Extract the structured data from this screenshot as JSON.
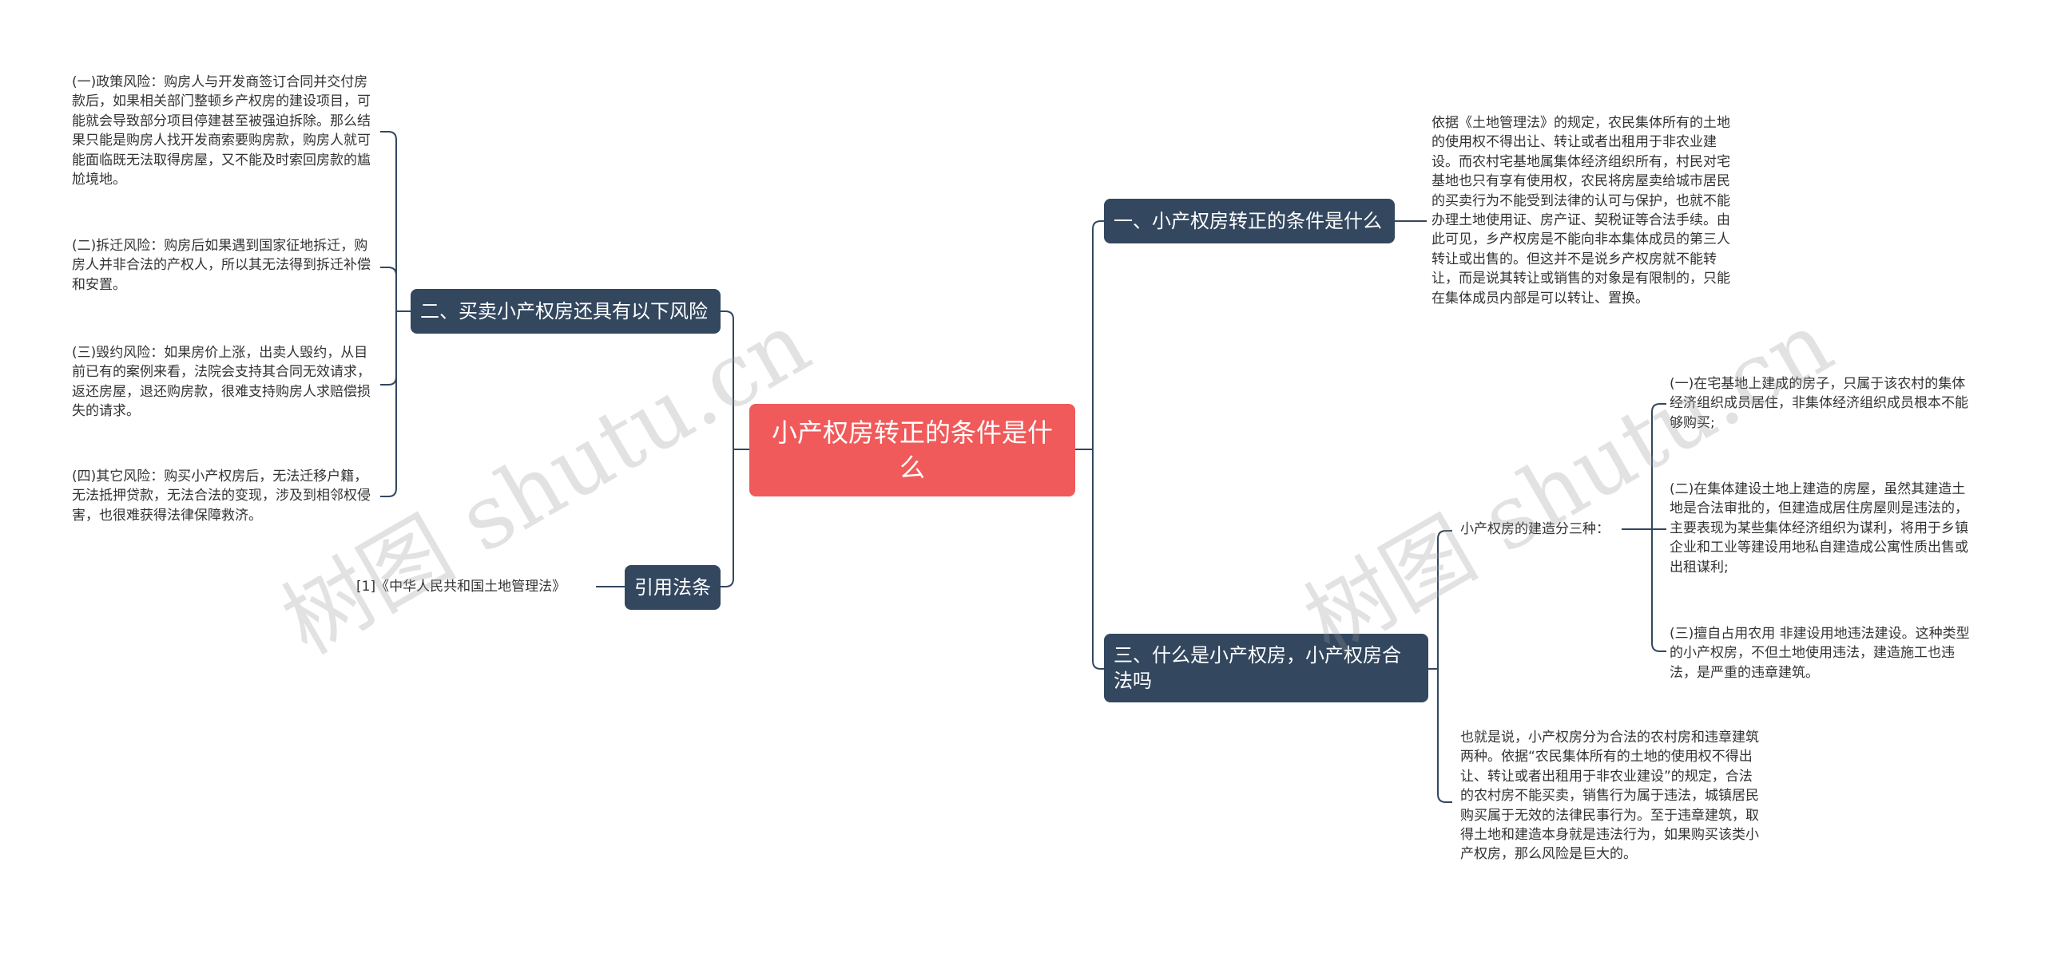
{
  "root": {
    "label": "小产权房转正的条件是什么"
  },
  "branches": {
    "b1": {
      "label": "一、小产权房转正的条件是什么",
      "text": "依据《土地管理法》的规定，农民集体所有的土地的使用权不得出让、转让或者出租用于非农业建设。而农村宅基地属集体经济组织所有，村民对宅基地也只有享有使用权，农民将房屋卖给城市居民的买卖行为不能受到法律的认可与保护，也就不能办理土地使用证、房产证、契税证等合法手续。由此可见，乡产权房是不能向非本集体成员的第三人转让或出售的。但这并不是说乡产权房就不能转让，而是说其转让或销售的对象是有限制的，只能在集体成员内部是可以转让、置换。"
    },
    "b2": {
      "label": "二、买卖小产权房还具有以下风险",
      "items": [
        "(一)政策风险：购房人与开发商签订合同并交付房款后，如果相关部门整顿乡产权房的建设项目，可能就会导致部分项目停建甚至被强迫拆除。那么结果只能是购房人找开发商索要购房款，购房人就可能面临既无法取得房屋，又不能及时索回房款的尴尬境地。",
        "(二)拆迁风险：购房后如果遇到国家征地拆迁，购房人并非合法的产权人，所以其无法得到拆迁补偿和安置。",
        "(三)毁约风险：如果房价上涨，出卖人毁约，从目前已有的案例来看，法院会支持其合同无效请求，返还房屋，退还购房款，很难支持购房人求赔偿损失的请求。",
        "(四)其它风险：购买小产权房后，无法迁移户籍，无法抵押贷款，无法合法的变现，涉及到相邻权侵害，也很难获得法律保障救济。"
      ]
    },
    "b3": {
      "label": "三、什么是小产权房，小产权房合法吗",
      "sub_label": "小产权房的建造分三种：",
      "sub_items": [
        "(一)在宅基地上建成的房子，只属于该农村的集体经济组织成员居住，非集体经济组织成员根本不能够购买;",
        "(二)在集体建设土地上建造的房屋，虽然其建造土地是合法审批的，但建造成居住房屋则是违法的，主要表现为某些集体经济组织为谋利，将用于乡镇企业和工业等建设用地私自建造成公寓性质出售或出租谋利;",
        "(三)擅自占用农用 非建设用地违法建设。这种类型的小产权房，不但土地使用违法，建造施工也违法，是严重的违章建筑。"
      ],
      "text": "也就是说，小产权房分为合法的农村房和违章建筑两种。依据“农民集体所有的土地的使用权不得出让、转让或者出租用于非农业建设”的规定，合法的农村房不能买卖，销售行为属于违法，城镇居民购买属于无效的法律民事行为。至于违章建筑，取得土地和建造本身就是违法行为，如果购买该类小产权房，那么风险是巨大的。"
    },
    "b4": {
      "label": "引用法条",
      "items": [
        "[1]《中华人民共和国土地管理法》"
      ]
    }
  },
  "watermarks": [
    "树图 shutu.cn",
    "树图 shutu.cn"
  ],
  "colors": {
    "root": "#f15a5a",
    "branch": "#33475f",
    "line": "#33475f",
    "text": "#333333",
    "watermark": "#969696"
  }
}
